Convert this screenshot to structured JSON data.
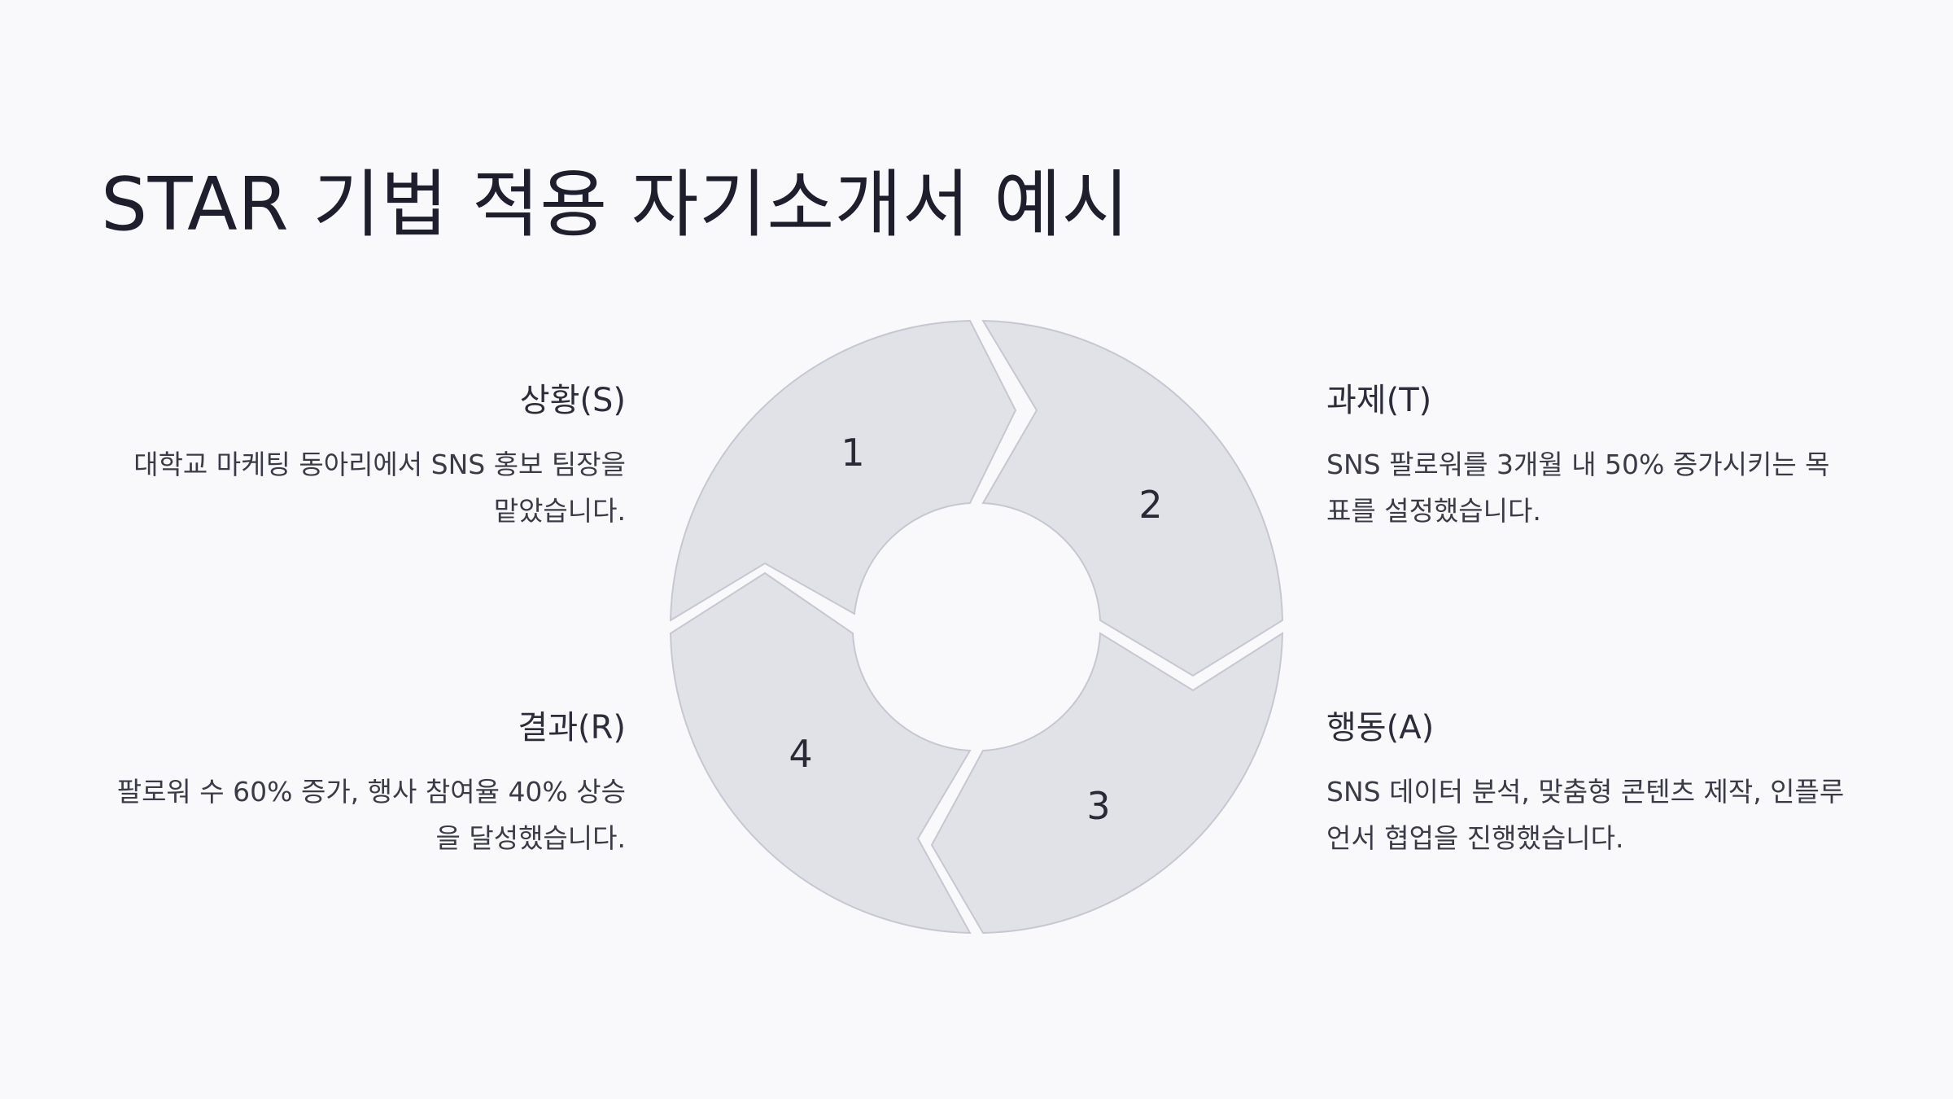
{
  "title": "STAR 기법 적용 자기소개서 예시",
  "cycle": {
    "segments": [
      {
        "number": "1"
      },
      {
        "number": "2"
      },
      {
        "number": "3"
      },
      {
        "number": "4"
      }
    ],
    "colors": {
      "fill": "#e1e1e8",
      "stroke": "#c7c7d2"
    }
  },
  "blocks": {
    "situation": {
      "heading": "상황(S)",
      "text": "대학교 마케팅 동아리에서 SNS 홍보 팀장을 맡았습니다."
    },
    "task": {
      "heading": "과제(T)",
      "text": "SNS 팔로워를 3개월 내 50% 증가시키는 목표를 설정했습니다."
    },
    "action": {
      "heading": "행동(A)",
      "text": "SNS 데이터 분석, 맞춤형 콘텐츠 제작, 인플루언서 협업을 진행했습니다."
    },
    "result": {
      "heading": "결과(R)",
      "text": "팔로워 수 60% 증가, 행사 참여율 40% 상승을 달성했습니다."
    }
  }
}
